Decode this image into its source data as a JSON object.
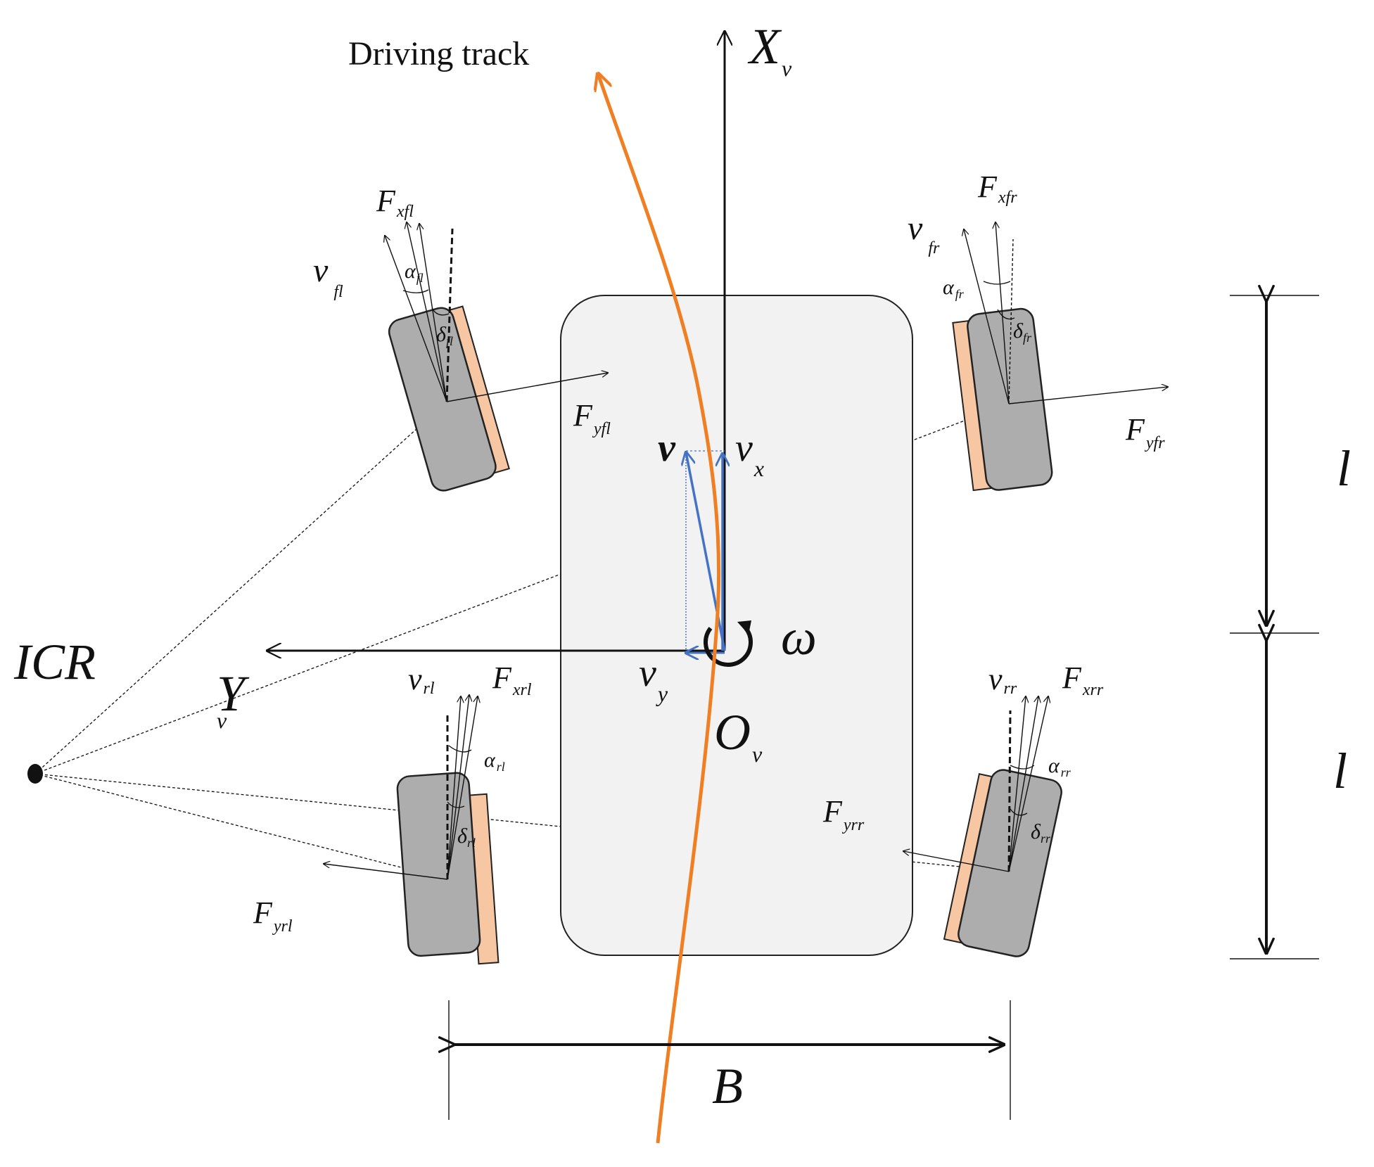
{
  "title": "Driving track",
  "colors": {
    "track": "#ef7f22",
    "body_fill": "#f2f2f2",
    "wheel_fill": "#adadad",
    "tread_fill": "#f7c7a3",
    "velocity": "#4472c4",
    "ink": "#111111"
  },
  "axes": {
    "x": {
      "main": "X",
      "sub": "v"
    },
    "y": {
      "main": "Y",
      "sub": "v"
    }
  },
  "origin": {
    "main": "O",
    "sub": "v"
  },
  "icr": "ICR",
  "omega": "ω",
  "velocity": {
    "v": "v",
    "vx": {
      "main": "v",
      "sub": "x"
    },
    "vy": {
      "main": "v",
      "sub": "y"
    }
  },
  "dims": {
    "l1": "l",
    "l2": "l",
    "B": "B"
  },
  "wheels": {
    "fl": {
      "v": {
        "main": "v",
        "sub": "fl"
      },
      "fx": {
        "main": "F",
        "sub": "xfl"
      },
      "fy": {
        "main": "F",
        "sub": "yfl"
      },
      "alpha": {
        "main": "α",
        "sub": "fl"
      },
      "delta": {
        "main": "δ",
        "sub": "fl"
      }
    },
    "fr": {
      "v": {
        "main": "v",
        "sub": "fr"
      },
      "fx": {
        "main": "F",
        "sub": "xfr"
      },
      "fy": {
        "main": "F",
        "sub": "yfr"
      },
      "alpha": {
        "main": "α",
        "sub": "fr"
      },
      "delta": {
        "main": "δ",
        "sub": "fr"
      }
    },
    "rl": {
      "v": {
        "main": "v",
        "sub": "rl"
      },
      "fx": {
        "main": "F",
        "sub": "xrl"
      },
      "fy": {
        "main": "F",
        "sub": "yrl"
      },
      "alpha": {
        "main": "α",
        "sub": "rl"
      },
      "delta": {
        "main": "δ",
        "sub": "rl"
      }
    },
    "rr": {
      "v": {
        "main": "v",
        "sub": "rr"
      },
      "fx": {
        "main": "F",
        "sub": "xrr"
      },
      "fy": {
        "main": "F",
        "sub": "yrr"
      },
      "alpha": {
        "main": "α",
        "sub": "rr"
      },
      "delta": {
        "main": "δ",
        "sub": "rr"
      }
    }
  }
}
